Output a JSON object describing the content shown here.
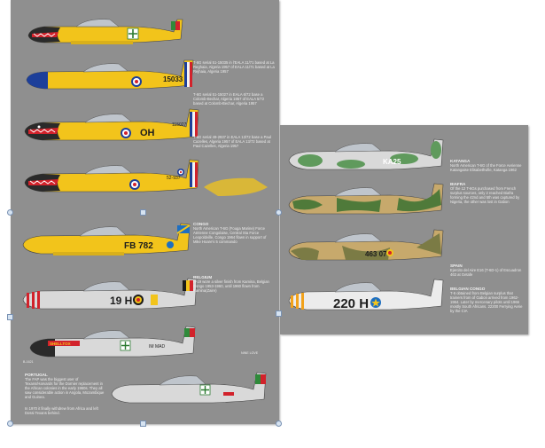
{
  "sheet_left": {
    "captions": [
      {
        "title": "",
        "text": "T-6G serial 51-15035 in l'EALA 11/71 based at La Reghaia, Algeria 1957 of EALA 11/71 based at La Rejhaia, Algeria 1957"
      },
      {
        "title": "",
        "text": "T-6G serial 51-15027 in EALA 6/72 base a Colomb-Bechar, Algeria 1957 of EALA 5/72 based at Colomb-Bechar, Algeria 1957"
      },
      {
        "title": "",
        "text": "T-6G serial 49-2937 in EALA 13/72 base a Paul Cazelles, Algeria 1957 of EALA 13/72 based at Paul Cazelles, Algeria 1957"
      },
      {
        "title": "CONGO",
        "text": "North American T-6G (Fouga Marine) Force Aérienne Congolaise, Central Sta Force Leopoldville, Congo 1964 flown in support of Mike Hoare's 5 commando"
      },
      {
        "title": "BELGIUM",
        "text": "H-19 wore a silver finish from Kamina, Belgian Congo 1953-1960, until 1960 flown from Kamina(Zaire)"
      },
      {
        "title": "PORTUGAL",
        "text": "The FAP was the biggest user of Texans/Harvards for the Dornier replacement in the African colonies in the early 1960s. They all saw considerable action in Angola, Mozambique and Guinea."
      },
      {
        "title": "",
        "text": "In 1970 it finally withdrew from Africa and left Dossi Texans behind."
      }
    ],
    "planes": [
      {
        "code": "",
        "theme": "shark yellow"
      },
      {
        "code": "15033",
        "theme": "yellow"
      },
      {
        "code": "OH",
        "serial": "115027",
        "theme": "shark yellow"
      },
      {
        "code": "",
        "serial": "52-937",
        "theme": "shark yellow"
      },
      {
        "code": "FB 782",
        "theme": "yellow"
      },
      {
        "code": "19 H",
        "theme": "silver red"
      },
      {
        "code": "IM MAD",
        "nose_text": "SHELLTOX",
        "theme": "silver portugal"
      },
      {
        "code": "",
        "theme": "silver portugal",
        "tag": "NINE LOVE"
      }
    ],
    "small_labels": [
      "B-1621"
    ]
  },
  "sheet_right": {
    "captions": [
      {
        "title": "KATANGA",
        "text": "North American T-6G of the Force Aerienne Katangaise Elisabethville, Katanga 1962"
      },
      {
        "title": "BIAFRA",
        "text": "Of the 12 T-6Gs purchased from French surplus sources, only 2 reached Biafra forming the 42nd and 5th was captured by Nigeria, the other was lost in Gabon"
      },
      {
        "title": "SPAIN",
        "text": "Ejercito del Aire E16 (T-6D-1) of Escuadron 463 at Getafe"
      },
      {
        "title": "BELGIAN CONGO",
        "text": "T-6 obtained from Belgian surplus that trainers from of Gabon arrived from 1962-1964. Later by mercenary pilots until 1966 mostly South Africans. 22200 Ferrying Aerie by the CIA"
      }
    ],
    "planes": [
      {
        "code": "KA25",
        "theme": "camo green"
      },
      {
        "code": "",
        "theme": "camo brown"
      },
      {
        "code": "463 07",
        "theme": "camo desert"
      },
      {
        "code": "220 H",
        "theme": "silver star"
      }
    ]
  },
  "colors": {
    "sheet": "#8f8f8f",
    "yellow": "#f2c41b",
    "silver": "#d9d9d9",
    "red": "#d2222b",
    "green": "#5f9a5c",
    "olive": "#7b7b45",
    "tan": "#c7a96c",
    "handle_fill": "#d6e3f1",
    "handle_border": "#7891b3"
  }
}
